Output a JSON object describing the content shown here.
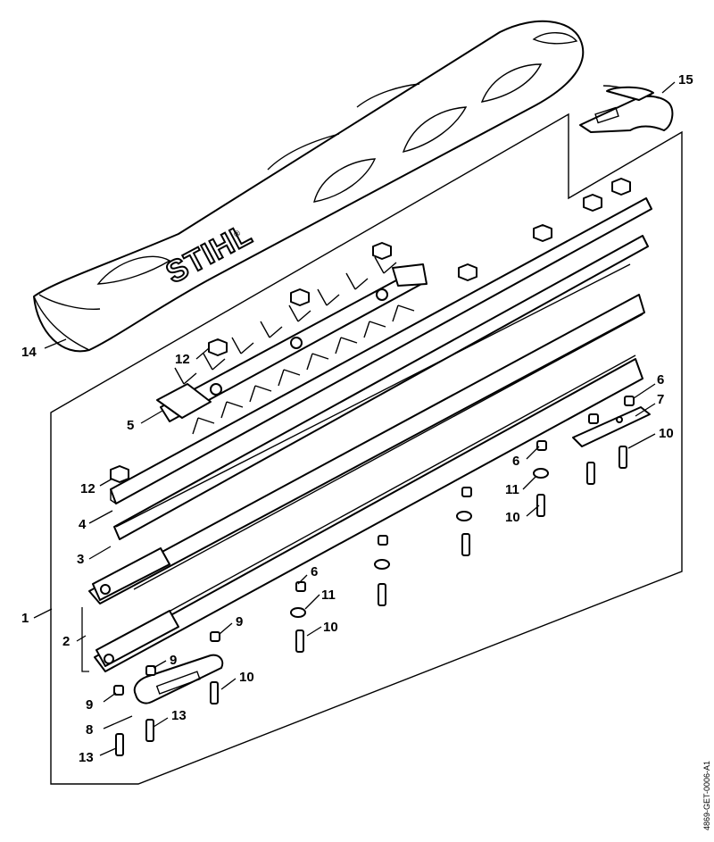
{
  "brand": {
    "logo_text": "STIHL",
    "logo_mark": "®"
  },
  "document_id": "4869-GET-0006-A1",
  "callouts": [
    {
      "id": "c14",
      "label": "14"
    },
    {
      "id": "c15",
      "label": "15"
    },
    {
      "id": "c12a",
      "label": "12"
    },
    {
      "id": "c5",
      "label": "5"
    },
    {
      "id": "c12b",
      "label": "12"
    },
    {
      "id": "c4",
      "label": "4"
    },
    {
      "id": "c3",
      "label": "3"
    },
    {
      "id": "c1",
      "label": "1"
    },
    {
      "id": "c2",
      "label": "2"
    },
    {
      "id": "c6a",
      "label": "6"
    },
    {
      "id": "c7",
      "label": "7"
    },
    {
      "id": "c10a",
      "label": "10"
    },
    {
      "id": "c6b",
      "label": "6"
    },
    {
      "id": "c11a",
      "label": "11"
    },
    {
      "id": "c10b",
      "label": "10"
    },
    {
      "id": "c6c",
      "label": "6"
    },
    {
      "id": "c11b",
      "label": "11"
    },
    {
      "id": "c10c",
      "label": "10"
    },
    {
      "id": "c9a",
      "label": "9"
    },
    {
      "id": "c9b",
      "label": "9"
    },
    {
      "id": "c10d",
      "label": "10"
    },
    {
      "id": "c9c",
      "label": "9"
    },
    {
      "id": "c13a",
      "label": "13"
    },
    {
      "id": "c8",
      "label": "8"
    },
    {
      "id": "c13b",
      "label": "13"
    }
  ]
}
